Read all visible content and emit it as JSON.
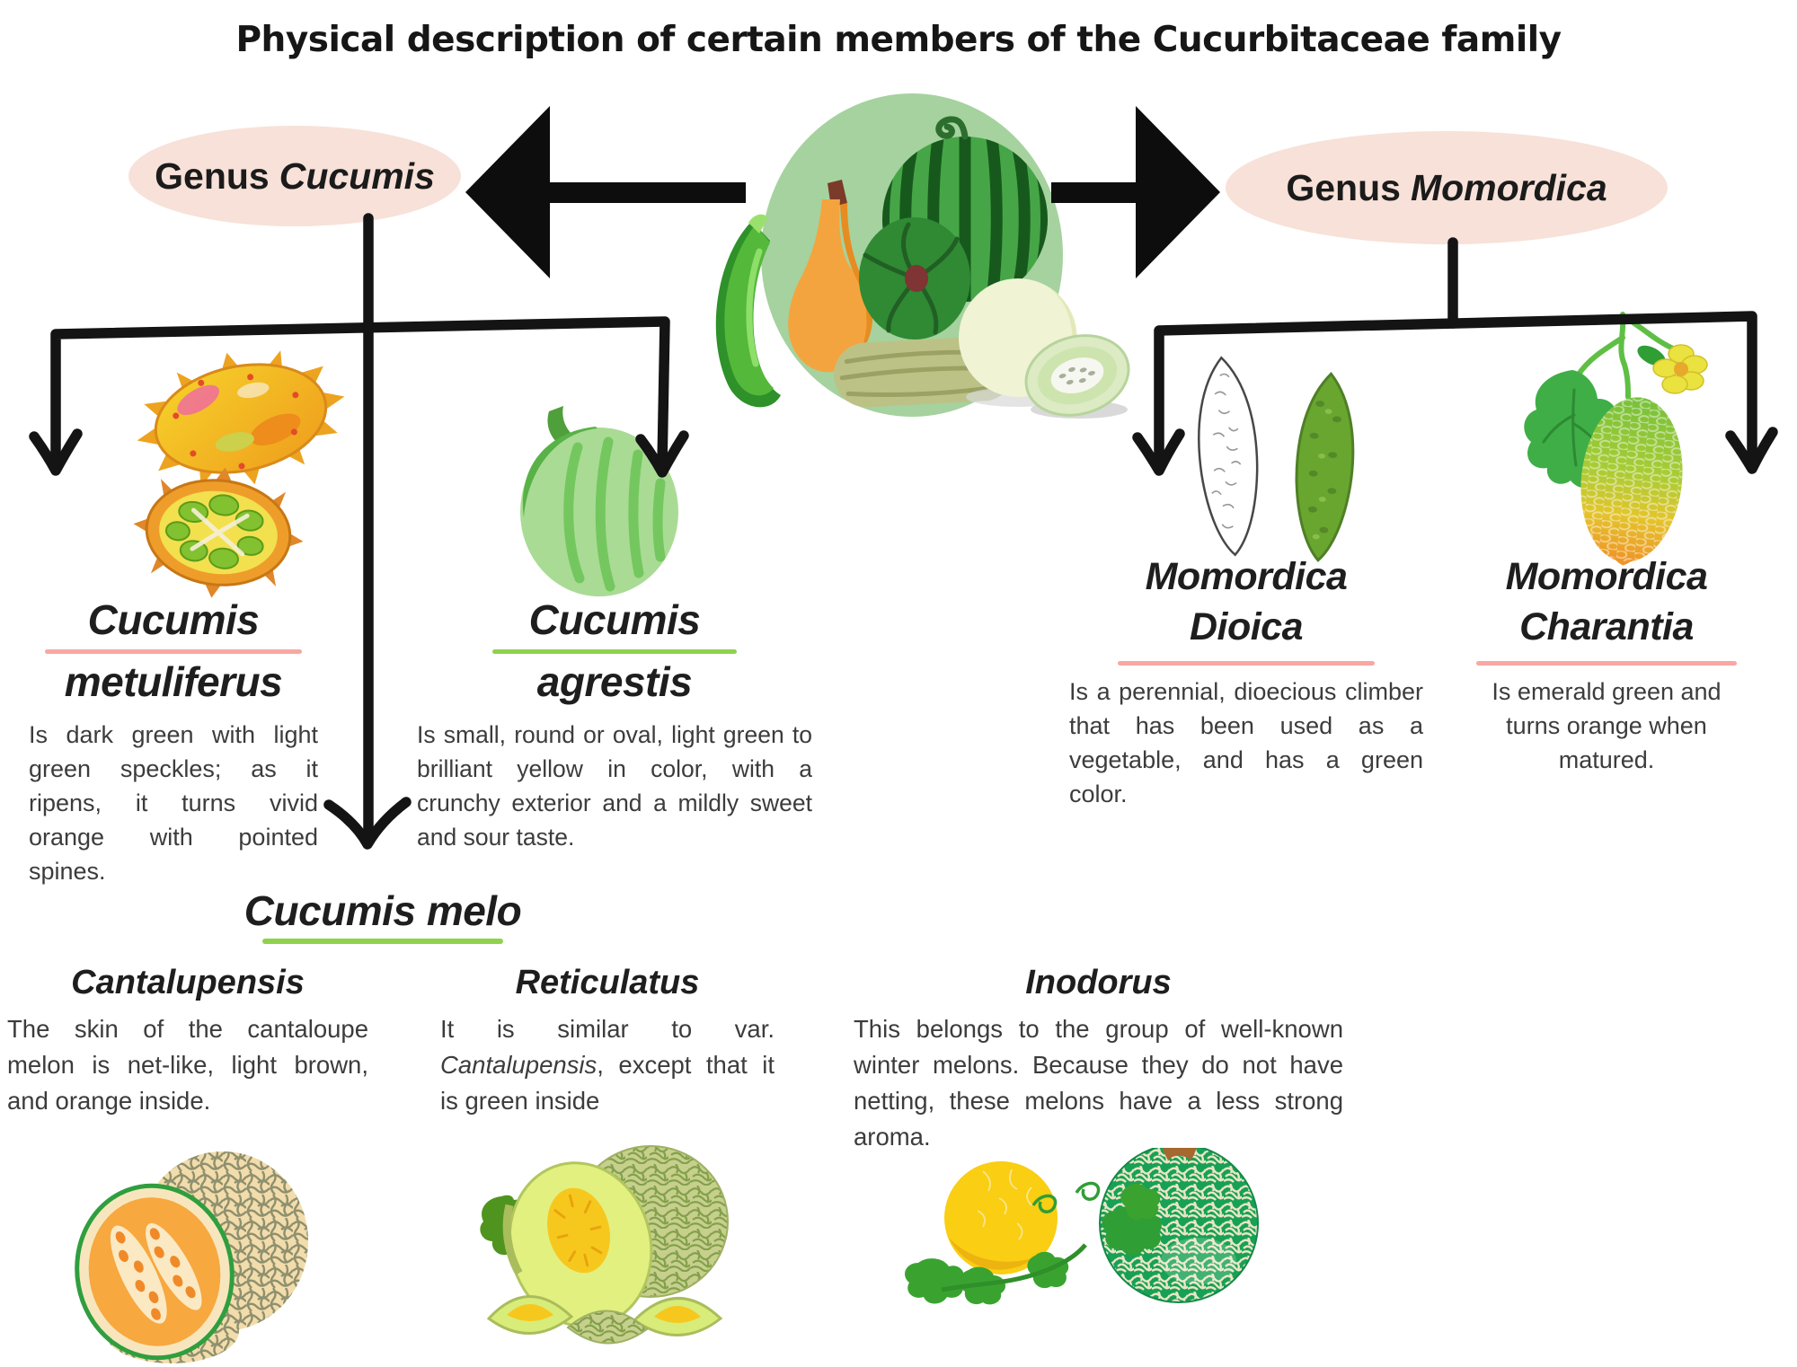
{
  "title": "Physical description of certain members of the Cucurbitaceae family",
  "genus": {
    "cucumis": {
      "prefix": "Genus",
      "name": "Cucumis"
    },
    "momordica": {
      "prefix": "Genus",
      "name": "Momordica"
    }
  },
  "cucumis_species": {
    "metuliferus": {
      "name_line1": "Cucumis",
      "name_line2": "metuliferus",
      "description": "Is dark green with light green speckles; as it ripens, it turns vivid orange with pointed spines."
    },
    "agrestis": {
      "name_line1": "Cucumis",
      "name_line2": "agrestis",
      "description": "Is small, round or oval, light green to brilliant yellow in color, with a crunchy exterior and a mildly sweet and sour taste."
    },
    "melo": {
      "name": "Cucumis melo"
    }
  },
  "melo_varieties": [
    {
      "name": "Cantalupensis",
      "description": "The skin of the cantaloupe melon is net-like, light brown, and orange inside."
    },
    {
      "name": "Reticulatus",
      "description_parts": {
        "before": "It is similar to var. ",
        "italic": "Cantalupensis",
        "after": ", except that it is green inside"
      }
    },
    {
      "name": "Inodorus",
      "description": "This belongs to the group of well-known winter melons. Because they do not have netting, these melons have a less strong aroma."
    }
  ],
  "momordica_species": {
    "dioica": {
      "name_line1": "Momordica",
      "name_line2": "Dioica",
      "description": "Is a perennial, dioecious climber that has been used as a vegetable, and has a green color."
    },
    "charantia": {
      "name_line1": "Momordica",
      "name_line2": "Charantia",
      "description": "Is emerald green and turns orange when matured."
    }
  },
  "colors": {
    "genus_ellipse_fill": "#f7e1d8",
    "pink_underline": "#f8a7a2",
    "green_underline": "#8fd24c",
    "connector_black": "#141414",
    "center_circle_green": "#a5d29e"
  }
}
